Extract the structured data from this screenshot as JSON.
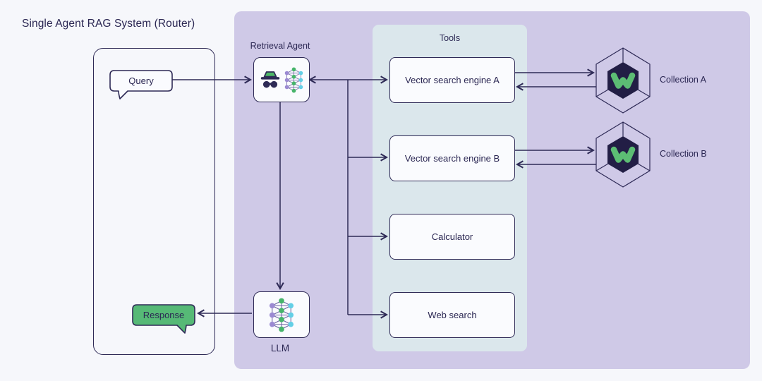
{
  "title": "Single Agent RAG System (Router)",
  "user_io": {
    "query_label": "Query",
    "response_label": "Response"
  },
  "agent": {
    "label": "Retrieval Agent",
    "icons": [
      "incognito-icon",
      "neural-network-icon"
    ]
  },
  "llm": {
    "label": "LLM",
    "icon": "neural-network-icon"
  },
  "tools_panel": {
    "label": "Tools",
    "tools": [
      {
        "label": "Vector search engine A"
      },
      {
        "label": "Vector search engine B"
      },
      {
        "label": "Calculator"
      },
      {
        "label": "Web search"
      }
    ]
  },
  "collections": [
    {
      "label": "Collection A",
      "icon": "weaviate-hexagon-icon"
    },
    {
      "label": "Collection B",
      "icon": "weaviate-hexagon-icon"
    }
  ],
  "colors": {
    "background": "#f6f7fb",
    "agent_panel_purple": "#cfc9e7",
    "tools_panel_blue": "#dbe7ec",
    "line_navy": "#2e2a56",
    "node_fill": "#fafbfe",
    "response_green": "#56b976",
    "hat_green": "#4db867",
    "weaviate_green": "#5cbd74",
    "hex_dark": "#221e45",
    "net_node_purple": "#9b8ad2",
    "net_node_cyan": "#63cfe6",
    "net_node_green": "#46b46a"
  }
}
